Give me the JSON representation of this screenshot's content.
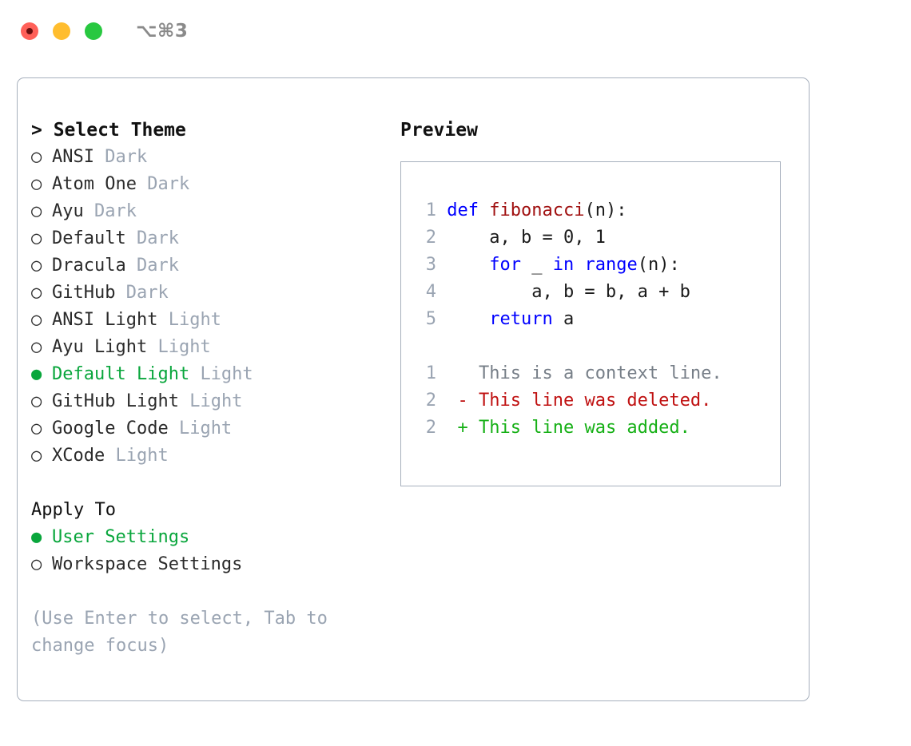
{
  "titlebar": {
    "shortcut": "⌥⌘3",
    "buttons": [
      {
        "name": "close",
        "color": "#ff6059"
      },
      {
        "name": "minimize",
        "color": "#ffbd2e"
      },
      {
        "name": "maximize",
        "color": "#28c840"
      }
    ]
  },
  "colors": {
    "accent_green": "#09a63c",
    "muted": "#9aa4b2",
    "keyword_blue": "#0000ff",
    "function_red": "#a01010",
    "diff_add": "#16b016",
    "diff_del": "#c01212",
    "border": "#a7b0bd"
  },
  "left": {
    "title": "> Select Theme",
    "themes": [
      {
        "marker": "○",
        "name": "ANSI",
        "category": "Dark",
        "selected": false
      },
      {
        "marker": "○",
        "name": "Atom One",
        "category": "Dark",
        "selected": false
      },
      {
        "marker": "○",
        "name": "Ayu",
        "category": "Dark",
        "selected": false
      },
      {
        "marker": "○",
        "name": "Default",
        "category": "Dark",
        "selected": false
      },
      {
        "marker": "○",
        "name": "Dracula",
        "category": "Dark",
        "selected": false
      },
      {
        "marker": "○",
        "name": "GitHub",
        "category": "Dark",
        "selected": false
      },
      {
        "marker": "○",
        "name": "ANSI Light",
        "category": "Light",
        "selected": false
      },
      {
        "marker": "○",
        "name": "Ayu Light",
        "category": "Light",
        "selected": false
      },
      {
        "marker": "●",
        "name": "Default Light",
        "category": "Light",
        "selected": true
      },
      {
        "marker": "○",
        "name": "GitHub Light",
        "category": "Light",
        "selected": false
      },
      {
        "marker": "○",
        "name": "Google Code",
        "category": "Light",
        "selected": false
      },
      {
        "marker": "○",
        "name": "XCode",
        "category": "Light",
        "selected": false
      }
    ],
    "apply_to": {
      "header": "Apply To",
      "options": [
        {
          "marker": "●",
          "label": "User Settings",
          "selected": true
        },
        {
          "marker": "○",
          "label": "Workspace Settings",
          "selected": false
        }
      ]
    },
    "hint": "(Use Enter to select, Tab to change focus)"
  },
  "right": {
    "title": "Preview",
    "code": [
      {
        "ln": "1",
        "tokens": [
          {
            "t": "def ",
            "c": "kw"
          },
          {
            "t": "fibonacci",
            "c": "fn"
          },
          {
            "t": "(n):",
            "c": "plain"
          }
        ]
      },
      {
        "ln": "2",
        "tokens": [
          {
            "t": "    a, b = 0, 1",
            "c": "plain"
          }
        ]
      },
      {
        "ln": "3",
        "tokens": [
          {
            "t": "    ",
            "c": "plain"
          },
          {
            "t": "for",
            "c": "kw"
          },
          {
            "t": " _ ",
            "c": "plain"
          },
          {
            "t": "in",
            "c": "kw"
          },
          {
            "t": " ",
            "c": "plain"
          },
          {
            "t": "range",
            "c": "kw"
          },
          {
            "t": "(n):",
            "c": "plain"
          }
        ]
      },
      {
        "ln": "4",
        "tokens": [
          {
            "t": "        a, b = b, a + b",
            "c": "plain"
          }
        ]
      },
      {
        "ln": "5",
        "tokens": [
          {
            "t": "    ",
            "c": "plain"
          },
          {
            "t": "return",
            "c": "kw"
          },
          {
            "t": " a",
            "c": "plain"
          }
        ]
      }
    ],
    "diff": [
      {
        "ln": "1",
        "marker": " ",
        "text": "This is a context line.",
        "kind": "diff-ctx"
      },
      {
        "ln": "2",
        "marker": "-",
        "text": "This line was deleted.",
        "kind": "diff-del"
      },
      {
        "ln": "2",
        "marker": "+",
        "text": "This line was added.",
        "kind": "diff-add"
      }
    ]
  }
}
